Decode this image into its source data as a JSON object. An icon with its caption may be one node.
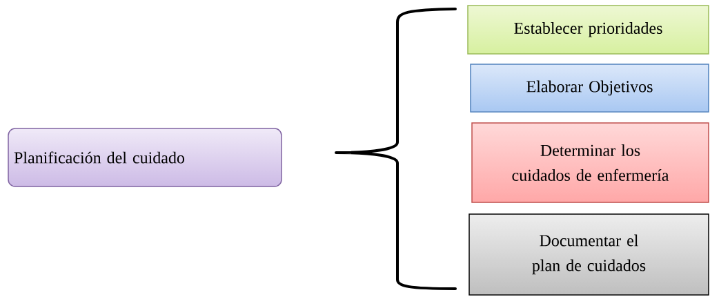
{
  "diagram": {
    "nodes": [
      {
        "text": [
          "Planificación del cuidado"
        ]
      },
      {
        "text": [
          "Establecer prioridades"
        ]
      },
      {
        "text": [
          "Elaborar Objetivos"
        ]
      },
      {
        "text": [
          "Determinar los cuidados de enfermería"
        ]
      },
      {
        "text": [
          "Documentar el plan de cuidados"
        ]
      }
    ]
  }
}
